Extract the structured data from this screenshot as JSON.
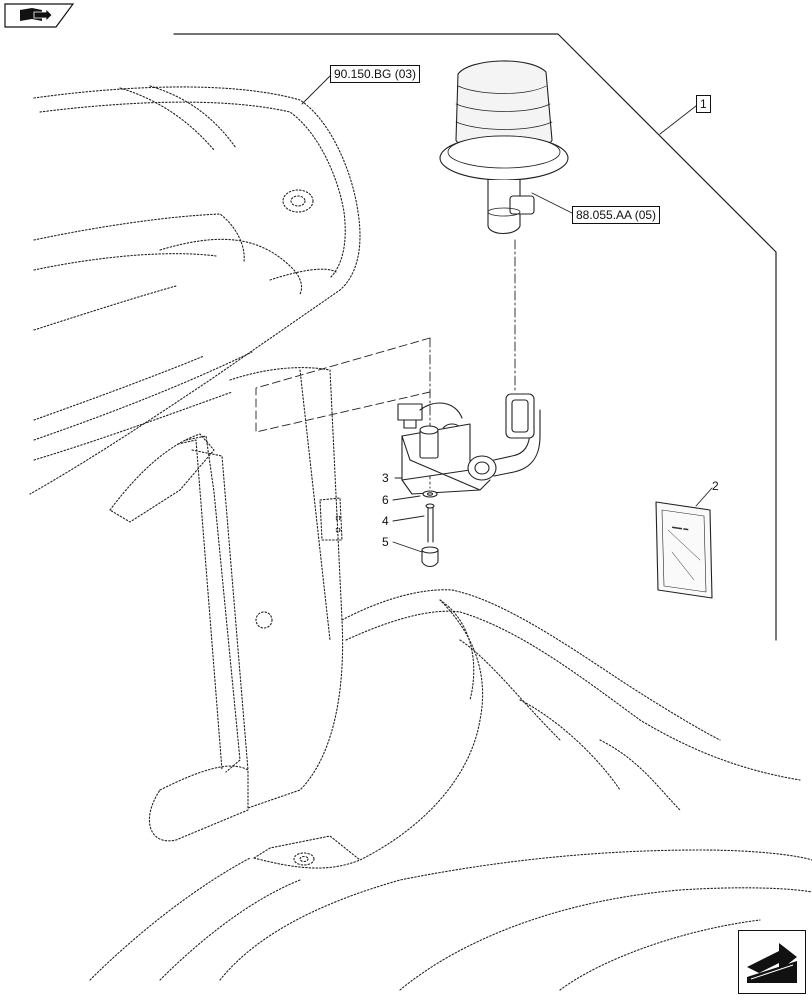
{
  "references": {
    "cab_ref": "90.150.BG (03)",
    "lamp_ref": "88.055.AA (05)",
    "assembly_ref": "1"
  },
  "item_numbers": {
    "decal": "2",
    "bracket": "3",
    "washer": "6",
    "bolt": "4",
    "nut": "5"
  },
  "nav": {
    "top_left_icon": "book-arrow-icon",
    "bottom_right_icon": "next-page-arrow-icon"
  }
}
